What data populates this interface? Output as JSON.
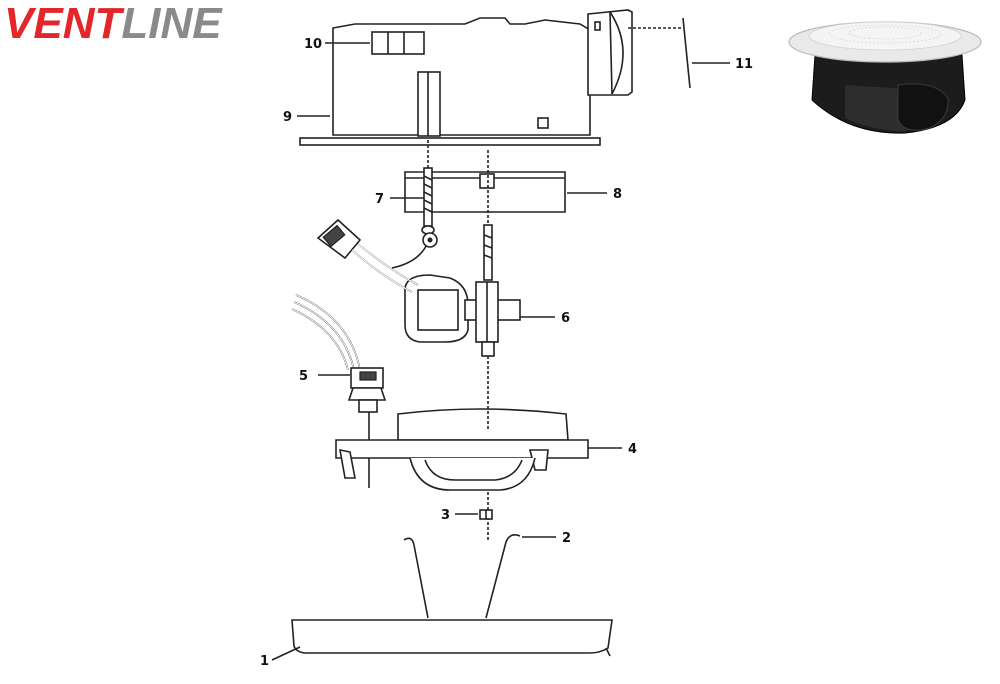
{
  "brand": {
    "name_part1": "VENT",
    "name_part2": "LINE",
    "color_part1": "#e2262a",
    "color_part2": "#8a8a8a"
  },
  "callouts": {
    "c1": "1",
    "c2": "2",
    "c3": "3",
    "c4": "4",
    "c5": "5",
    "c6": "6",
    "c7": "7",
    "c8": "8",
    "c9": "9",
    "c10": "10",
    "c11": "11"
  },
  "product_photo": {
    "icon": "ceiling-vent-fan-photo"
  }
}
